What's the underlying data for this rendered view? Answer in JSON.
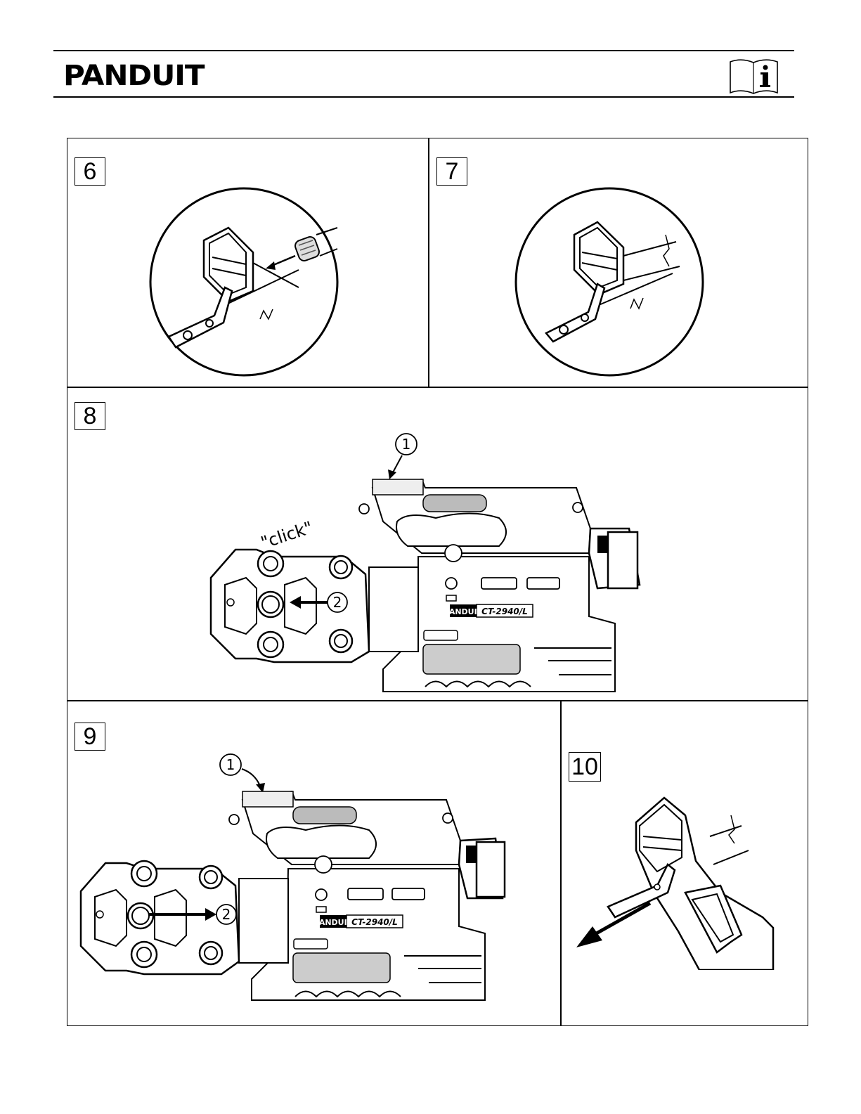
{
  "header": {
    "logo_text": "PANDUIT",
    "info_icon": "manual-info-icon"
  },
  "steps": {
    "s6": "6",
    "s7": "7",
    "s8": "8",
    "s9": "9",
    "s10": "10"
  },
  "step8": {
    "callout_1": "1",
    "callout_2": "2",
    "sound_label": "\"click\"",
    "brand_label": "PANDUIT",
    "model_label": "CT-2940/L"
  },
  "step9": {
    "callout_1": "1",
    "callout_2": "2",
    "brand_label": "PANDUIT",
    "model_label": "CT-2940/L"
  }
}
